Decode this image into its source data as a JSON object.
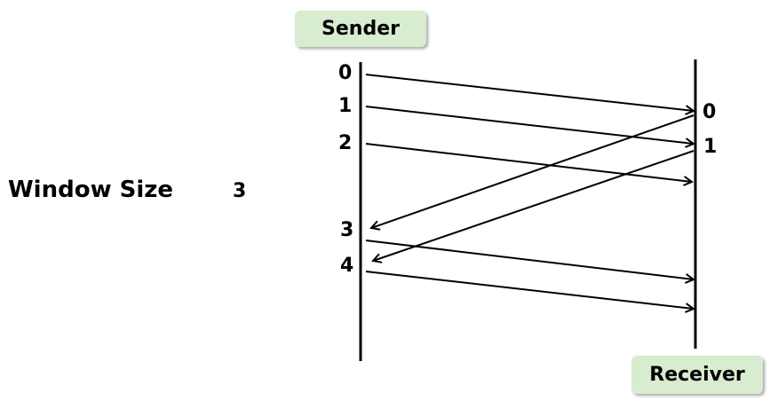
{
  "sender_label": "Sender",
  "receiver_label": "Receiver",
  "window": {
    "label": "Window Size",
    "value": "3"
  },
  "sender_seq": [
    "0",
    "1",
    "2",
    "3",
    "4"
  ],
  "receiver_seq": [
    "0",
    "1"
  ],
  "colors": {
    "box_fill": "#d8ecd0",
    "line": "#000000"
  }
}
